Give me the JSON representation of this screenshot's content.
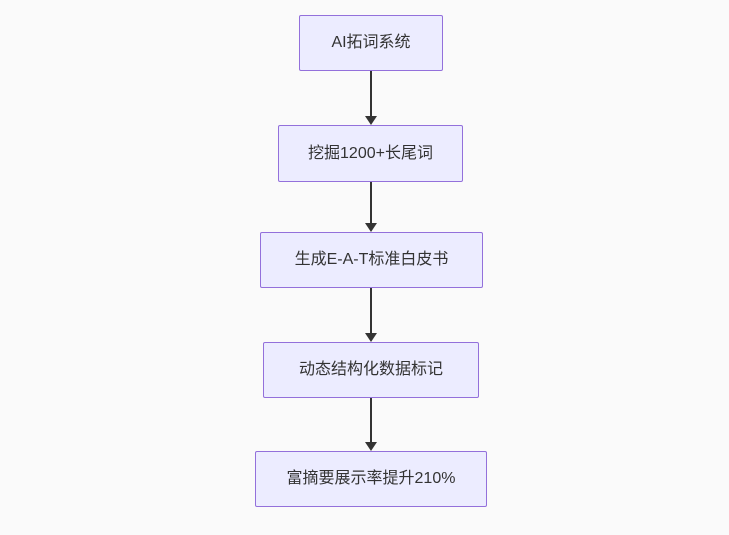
{
  "diagram": {
    "type": "flowchart",
    "direction": "top-down",
    "background_color": "#fafafa",
    "node_fill_color": "#ECECFF",
    "node_border_color": "#9370DB",
    "node_text_color": "#333333",
    "arrow_color": "#333333",
    "nodes": [
      {
        "id": "n1",
        "label": "AI拓词系统"
      },
      {
        "id": "n2",
        "label": "挖掘1200+长尾词"
      },
      {
        "id": "n3",
        "label": "生成E-A-T标准白皮书"
      },
      {
        "id": "n4",
        "label": "动态结构化数据标记"
      },
      {
        "id": "n5",
        "label": "富摘要展示率提升210%"
      }
    ],
    "edges": [
      {
        "from": "n1",
        "to": "n2"
      },
      {
        "from": "n2",
        "to": "n3"
      },
      {
        "from": "n3",
        "to": "n4"
      },
      {
        "from": "n4",
        "to": "n5"
      }
    ]
  }
}
